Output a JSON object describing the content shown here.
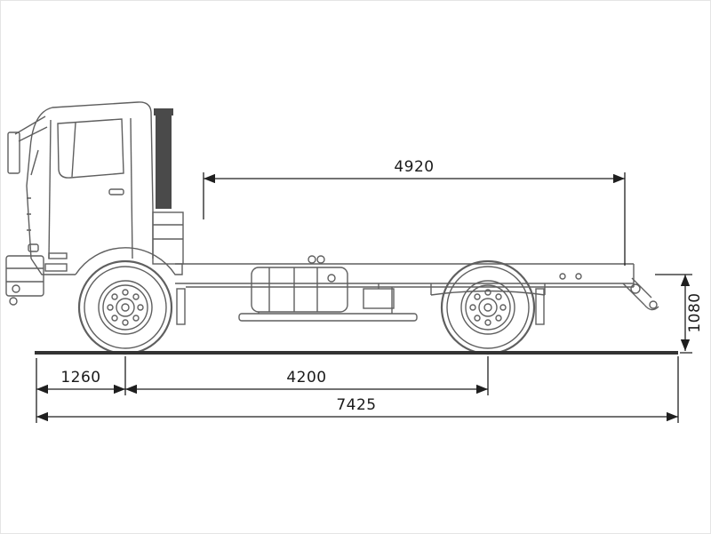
{
  "diagram": {
    "dimensions": {
      "cab_to_rear_end": "4920",
      "front_overhang": "1260",
      "wheelbase": "4200",
      "overall_length": "7425",
      "rear_frame_height": "1080"
    }
  },
  "colors": {
    "drawing_line": "#5f5f5f",
    "drawing_dark": "#4a4a4a",
    "dimension_line": "#1f1f1f",
    "ground_line": "#333333",
    "background": "#ffffff"
  }
}
